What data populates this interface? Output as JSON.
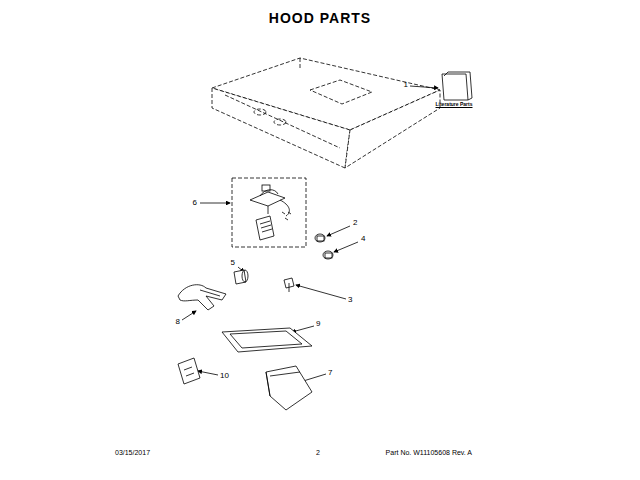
{
  "diagram": {
    "title": "HOOD PARTS",
    "labels": [
      "1",
      "Literature Parts",
      "6",
      "2",
      "4",
      "5",
      "3",
      "8",
      "9",
      "7",
      "10",
      "03/15/2017",
      "2",
      "Part No. W11105608 Rev. A"
    ]
  }
}
